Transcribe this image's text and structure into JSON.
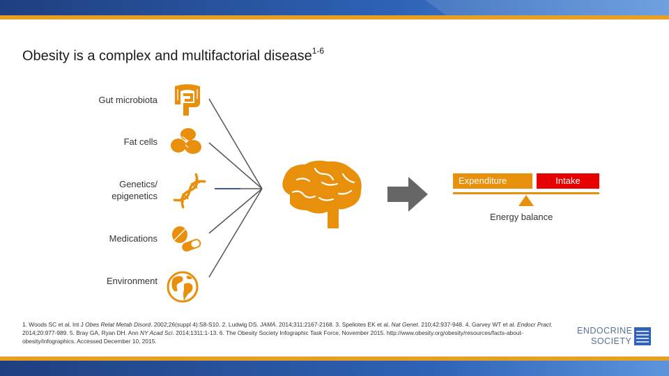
{
  "title": {
    "text": "Obesity is a complex and multifactorial disease",
    "sup": "1-6"
  },
  "factors": [
    {
      "label": "Gut microbiota",
      "icon": "intestine-icon"
    },
    {
      "label": "Fat cells",
      "icon": "fat-cells-icon"
    },
    {
      "label": "Genetics/\nepigenetics",
      "icon": "dna-icon"
    },
    {
      "label": "Medications",
      "icon": "pills-icon"
    },
    {
      "label": "Environment",
      "icon": "globe-icon"
    }
  ],
  "center_icon": "brain-icon",
  "arrow_icon": "right-arrow-icon",
  "balance": {
    "expenditure": "Expenditure",
    "intake": "Intake",
    "label": "Energy balance"
  },
  "references": [
    {
      "text": "1. Woods SC et al. Int J "
    },
    {
      "text": "Obes Relat Metab Disord",
      "italic": true
    },
    {
      "text": ". 2002;26(suppl 4):S8-S10. 2. Ludwig DS. "
    },
    {
      "text": "JAMA",
      "italic": true
    },
    {
      "text": ". 2014;311:2167-2168. 3. Speliotes EK et al. "
    },
    {
      "text": "Nat Genet",
      "italic": true
    },
    {
      "text": ". 210;42:937-948. 4. Garvey WT et al. "
    },
    {
      "text": "Endocr Pract",
      "italic": true
    },
    {
      "text": ". 2014;20:977-989. 5. Bray GA, Ryan DH. Ann "
    },
    {
      "text": "NY Acad Sci",
      "italic": true
    },
    {
      "text": ". 2014;1311:1-13. 6. The Obesity Society Infographic Task Force, November 2015. http://www.obesity.org/obesity/resources/facts-about-obesity/infographics. Accessed December 10, 2015."
    }
  ],
  "logo": {
    "line1": "ENDOCRINE",
    "line2": "SOCIETY"
  },
  "colors": {
    "orange": "#e8900c",
    "navy": "#1e3f7c",
    "blue": "#2f62b8",
    "gold": "#e7a024",
    "expenditure": "#e8900c",
    "intake": "#e60000",
    "arrow": "#666666",
    "line": "#555555"
  }
}
